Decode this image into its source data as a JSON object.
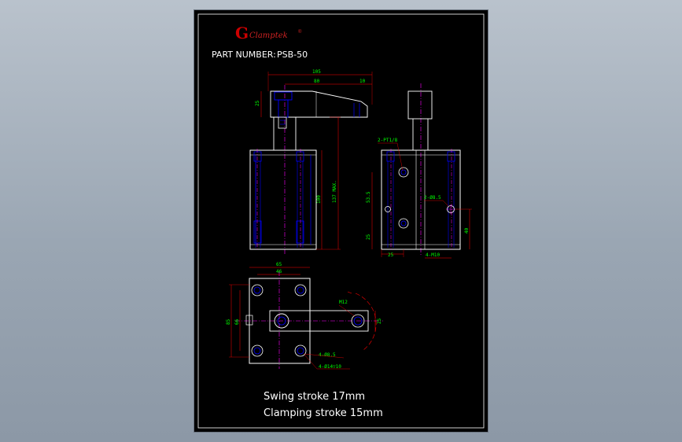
{
  "header": {
    "brand": "Clamptek",
    "brand_mark": "G",
    "registered": "®",
    "part_number_label": "PART NUMBER:",
    "part_number": "PSB-50"
  },
  "front_view": {
    "dims": {
      "overall_width": "105",
      "arm_width": "80",
      "tip": "10",
      "arm_height": "25",
      "body_height": "100",
      "total_height": "137 MAX."
    }
  },
  "side_view": {
    "dims": {
      "port": "2-PT1/8",
      "upper_offset": "53.5",
      "lower_offset": "25",
      "hole_dia": "2-Ø8.5",
      "right_height": "40",
      "bottom_left": "25",
      "bottom_thread": "4-M10"
    }
  },
  "top_view": {
    "dims": {
      "outer_width": "65",
      "inner_width": "46",
      "outer_height": "85",
      "inner_height": "66",
      "thread": "M12",
      "arm_width": "25",
      "holes": "4-Ø8.5",
      "counterbore": "4-Ø14▽10"
    }
  },
  "notes": {
    "swing_stroke": "Swing stroke 17mm",
    "clamping_stroke": "Clamping stroke 15mm"
  },
  "colors": {
    "background": "#000000",
    "outline": "#ffffff",
    "dimension_text": "#00ff00",
    "dimension_lines": "#ff0000",
    "centerlines": "#ff00ff",
    "hidden_lines": "#0000ff",
    "brand_red": "#cc0000"
  }
}
